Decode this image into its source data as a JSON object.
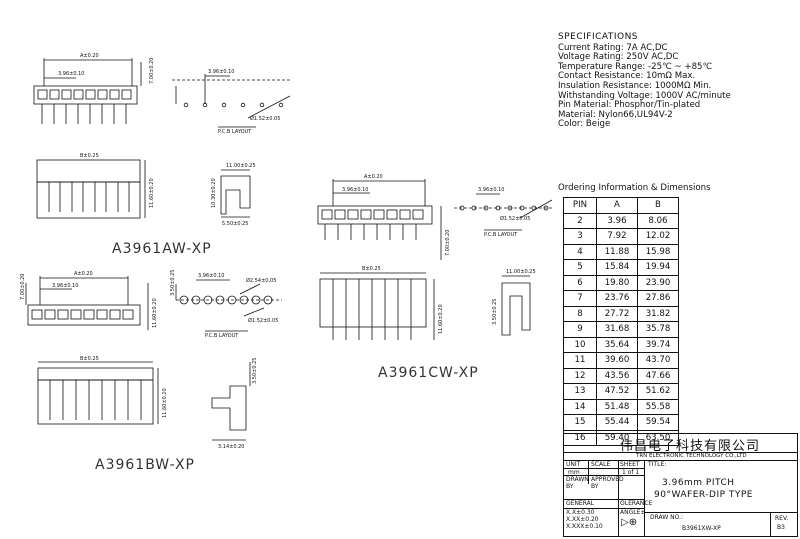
{
  "specifications": {
    "heading": "SPECIFICATIONS",
    "lines": [
      "Current Rating: 7A AC,DC",
      "Voltage Rating: 250V AC,DC",
      "Temperature Range: -25℃ ~ +85℃",
      "Contact Resistance: 10mΩ Max.",
      "Insulation Resistance: 1000MΩ Min.",
      "Withstanding Voltage: 1000V AC/minute",
      "Pin Material: Phosphor/Tin-plated",
      "Material: Nylon66,UL94V-2",
      "Color: Beige"
    ]
  },
  "ordering": {
    "heading": "Ordering Information & Dimensions",
    "columns": [
      "PIN",
      "A",
      "B"
    ],
    "rows": [
      [
        "2",
        "3.96",
        "8.06"
      ],
      [
        "3",
        "7.92",
        "12.02"
      ],
      [
        "4",
        "11.88",
        "15.98"
      ],
      [
        "5",
        "15.84",
        "19.94"
      ],
      [
        "6",
        "19.80",
        "23.90"
      ],
      [
        "7",
        "23.76",
        "27.86"
      ],
      [
        "8",
        "27.72",
        "31.82"
      ],
      [
        "9",
        "31.68",
        "35.78"
      ],
      [
        "10",
        "35.64",
        "39.74"
      ],
      [
        "11",
        "39.60",
        "43.70"
      ],
      [
        "12",
        "43.56",
        "47.66"
      ],
      [
        "13",
        "47.52",
        "51.62"
      ],
      [
        "14",
        "51.48",
        "55.58"
      ],
      [
        "15",
        "55.44",
        "59.54"
      ],
      [
        "16",
        "59.40",
        "63.50"
      ]
    ]
  },
  "title_block": {
    "company_cn": "伟昌电子科技有限公司",
    "company_en": "TRN ELECTRONIC TECHNOLOGY CO.,LTD",
    "unit_label": "UNIT",
    "unit_value": "mm",
    "scale_label": "SCALE",
    "sheet_label": "SHEET",
    "sheet_value": "1 of 1",
    "title_label": "TITLE:",
    "title_line1": "3.96mm PITCH",
    "title_line2": "90°WAFER-DIP TYPE",
    "drawn_by": "DRAWN BY",
    "approved_by": "APPROVED BY",
    "general": "GENERAL",
    "tolerance": "OLERANCE",
    "tol1": "X.X±0.30",
    "tol2": "X.XX±0.20",
    "tol3": "X.XXX±0.10",
    "angle": "ANGLE±",
    "draw_no_label": "DRAW NO.:",
    "draw_no": "B3961XW-XP",
    "rev_label": "REV.",
    "rev": "B3"
  },
  "views": {
    "aw_label": "A3961AW-XP",
    "bw_label": "A3961BW-XP",
    "cw_label": "A3961CW-XP",
    "dim_a": "A±0.20",
    "dim_b": "B±0.25",
    "dim_pitch": "3.96±0.10",
    "dim_height": "7.00±0.20",
    "dim_11": "11.00±0.25",
    "dim_1160": "11.60±0.20",
    "dim_1030": "10.30±0.20",
    "dim_350": "3.50±0.25",
    "dim_550": "5.50±0.25",
    "dim_314": "3.14±0.20",
    "dim_hole": "Ø1.52±0.05",
    "dim_hole2": "Ø2.54±0.05",
    "pcb": "P.C.B LAYOUT"
  }
}
